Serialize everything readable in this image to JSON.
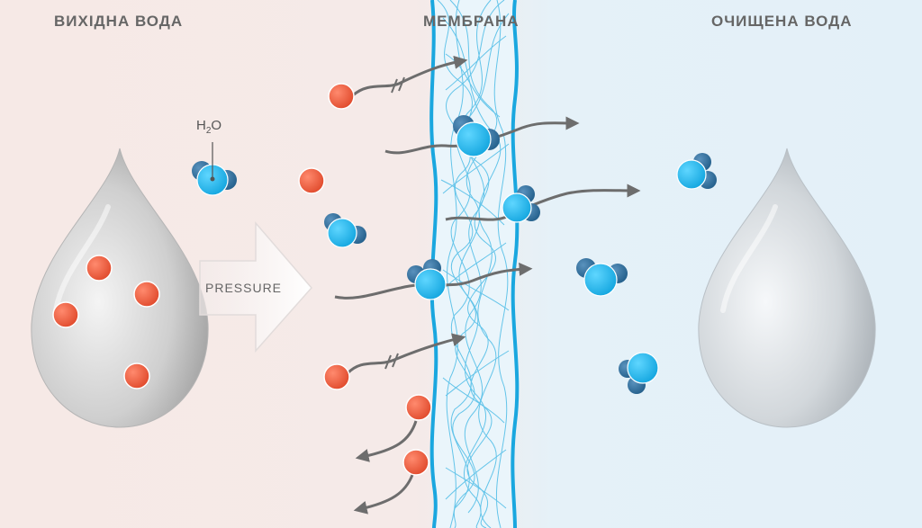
{
  "labels": {
    "source_water": "ВИХІДНА ВОДА",
    "membrane": "МЕМБРАНА",
    "purified_water": "ОЧИЩЕНА ВОДА",
    "h2o_main": "H",
    "h2o_sub": "2",
    "h2o_end": "O",
    "pressure": "PRESSURE"
  },
  "colors": {
    "left_bg": "#f6e9e6",
    "right_bg": "#e3f0f8",
    "membrane_blue": "#1aa7df",
    "contaminant_red": "#ee5a3c",
    "water_molecule_light": "#1fb9ec",
    "water_molecule_dark": "#2d6f9c",
    "arrow_gray": "#6d6d6d",
    "text_gray": "#666666"
  }
}
